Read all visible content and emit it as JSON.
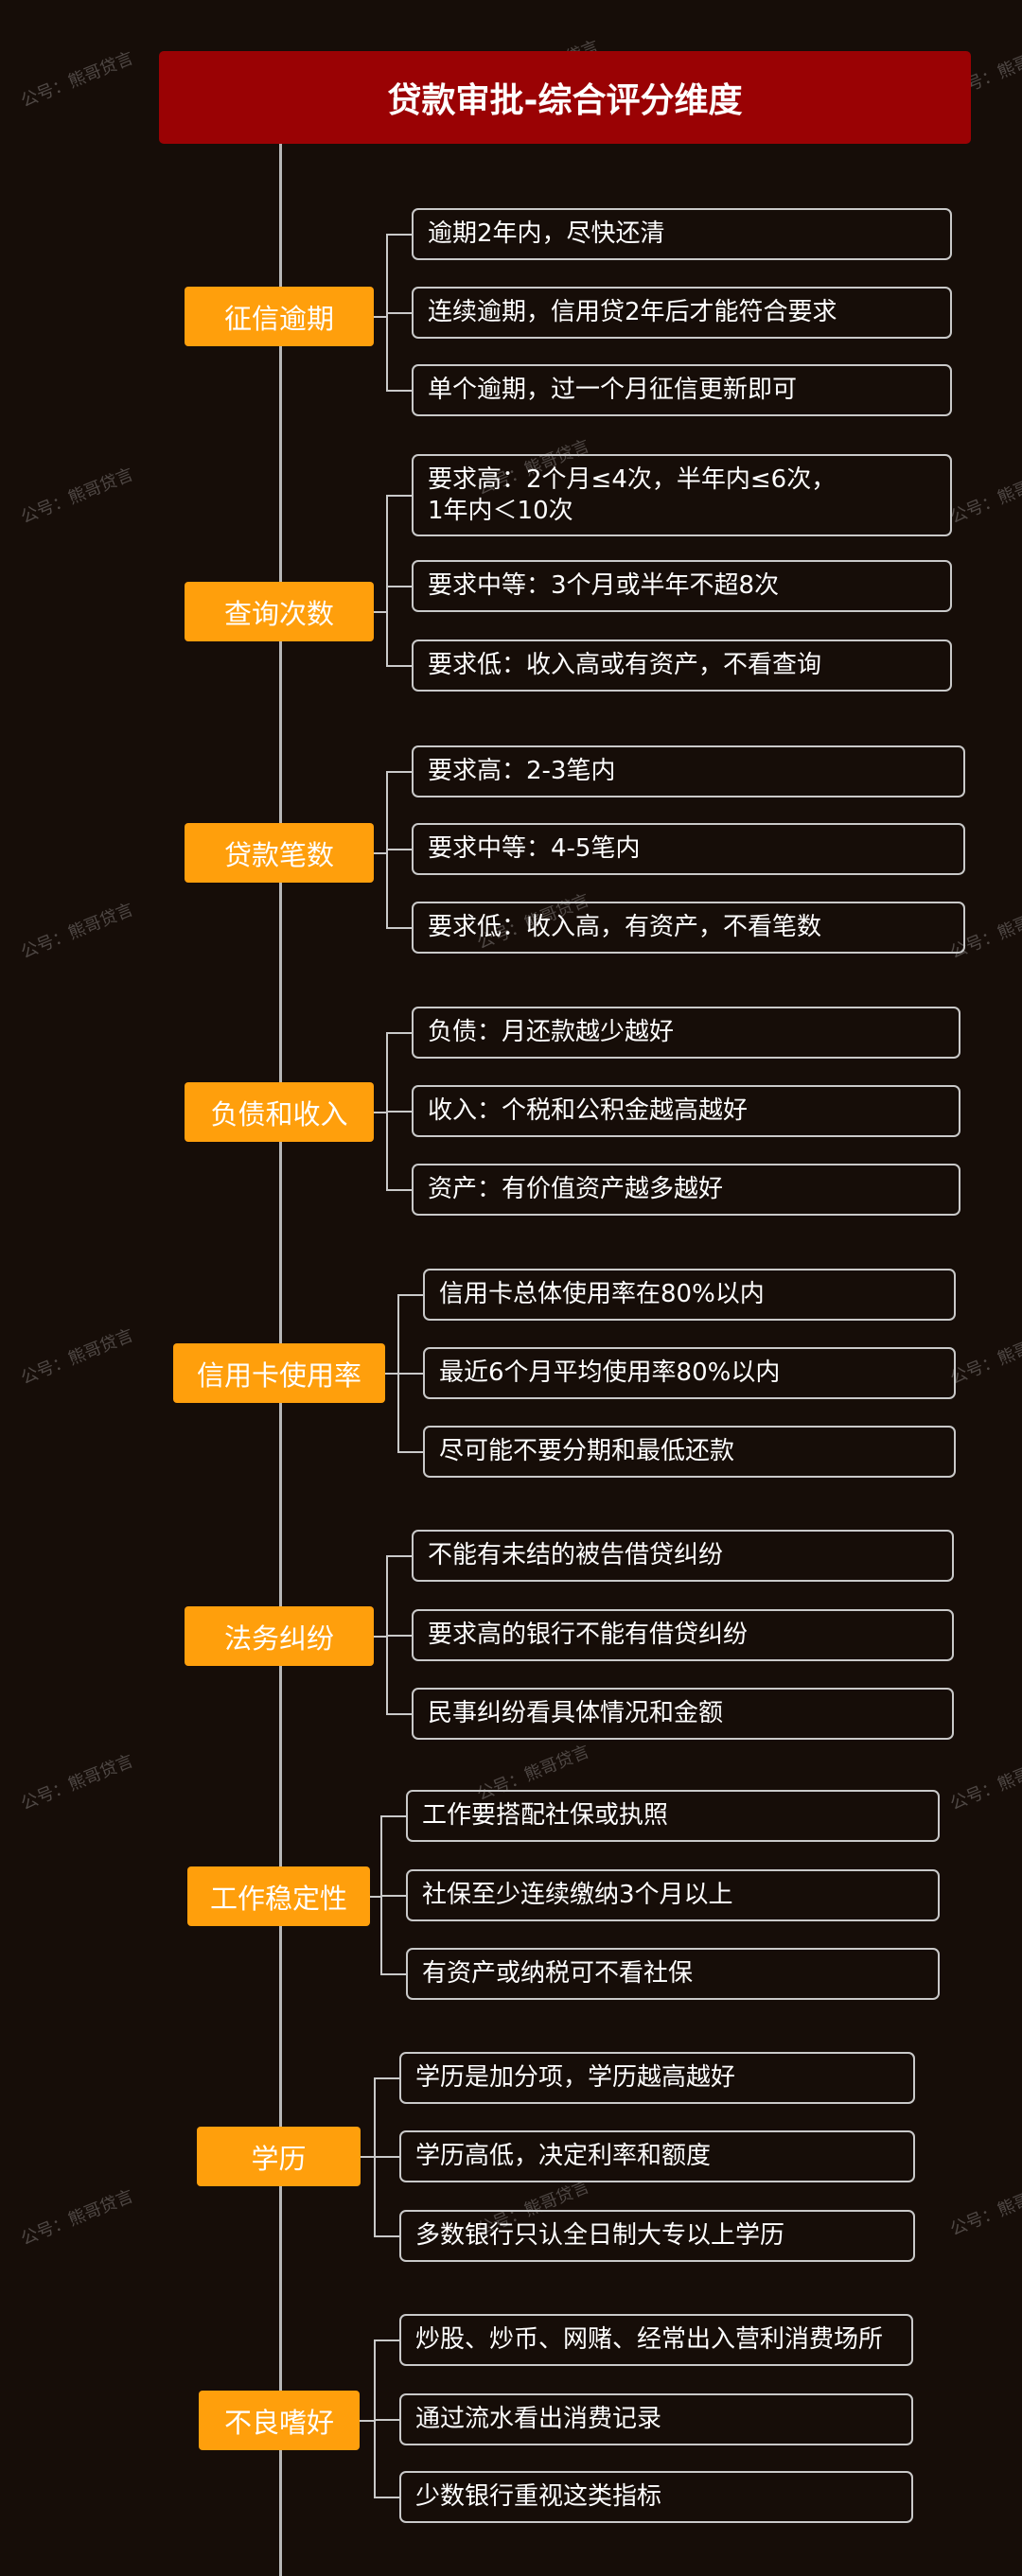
{
  "title": "贷款审批-综合评分维度",
  "watermark": "公号：熊哥贷言",
  "colors": {
    "title_bg": "#9a0204",
    "category_bg": "#ff9f0c",
    "background": "#160d08",
    "box_border": "#c9c9c9"
  },
  "sections": [
    {
      "category": "征信逾期",
      "items": [
        "逾期2年内，尽快还清",
        "连续逾期，信用贷2年后才能符合要求",
        "单个逾期，过一个月征信更新即可"
      ]
    },
    {
      "category": "查询次数",
      "items": [
        "要求高：2个月≤4次，半年内≤6次，\n1年内＜10次",
        "要求中等：3个月或半年不超8次",
        "要求低：收入高或有资产，不看查询"
      ]
    },
    {
      "category": "贷款笔数",
      "items": [
        "要求高：2-3笔内",
        "要求中等：4-5笔内",
        "要求低：收入高，有资产，不看笔数"
      ]
    },
    {
      "category": "负债和收入",
      "items": [
        "负债：月还款越少越好",
        "收入：个税和公积金越高越好",
        "资产：有价值资产越多越好"
      ]
    },
    {
      "category": "信用卡使用率",
      "items": [
        "信用卡总体使用率在80%以内",
        "最近6个月平均使用率80%以内",
        "尽可能不要分期和最低还款"
      ]
    },
    {
      "category": "法务纠纷",
      "items": [
        "不能有未结的被告借贷纠纷",
        "要求高的银行不能有借贷纠纷",
        "民事纠纷看具体情况和金额"
      ]
    },
    {
      "category": "工作稳定性",
      "items": [
        "工作要搭配社保或执照",
        "社保至少连续缴纳3个月以上",
        "有资产或纳税可不看社保"
      ]
    },
    {
      "category": "学历",
      "items": [
        "学历是加分项，学历越高越好",
        "学历高低，决定利率和额度",
        "多数银行只认全日制大专以上学历"
      ]
    },
    {
      "category": "不良嗜好",
      "items": [
        "炒股、炒币、网赌、经常出入营利消费场所",
        "通过流水看出消费记录",
        "少数银行重视这类指标"
      ]
    }
  ]
}
